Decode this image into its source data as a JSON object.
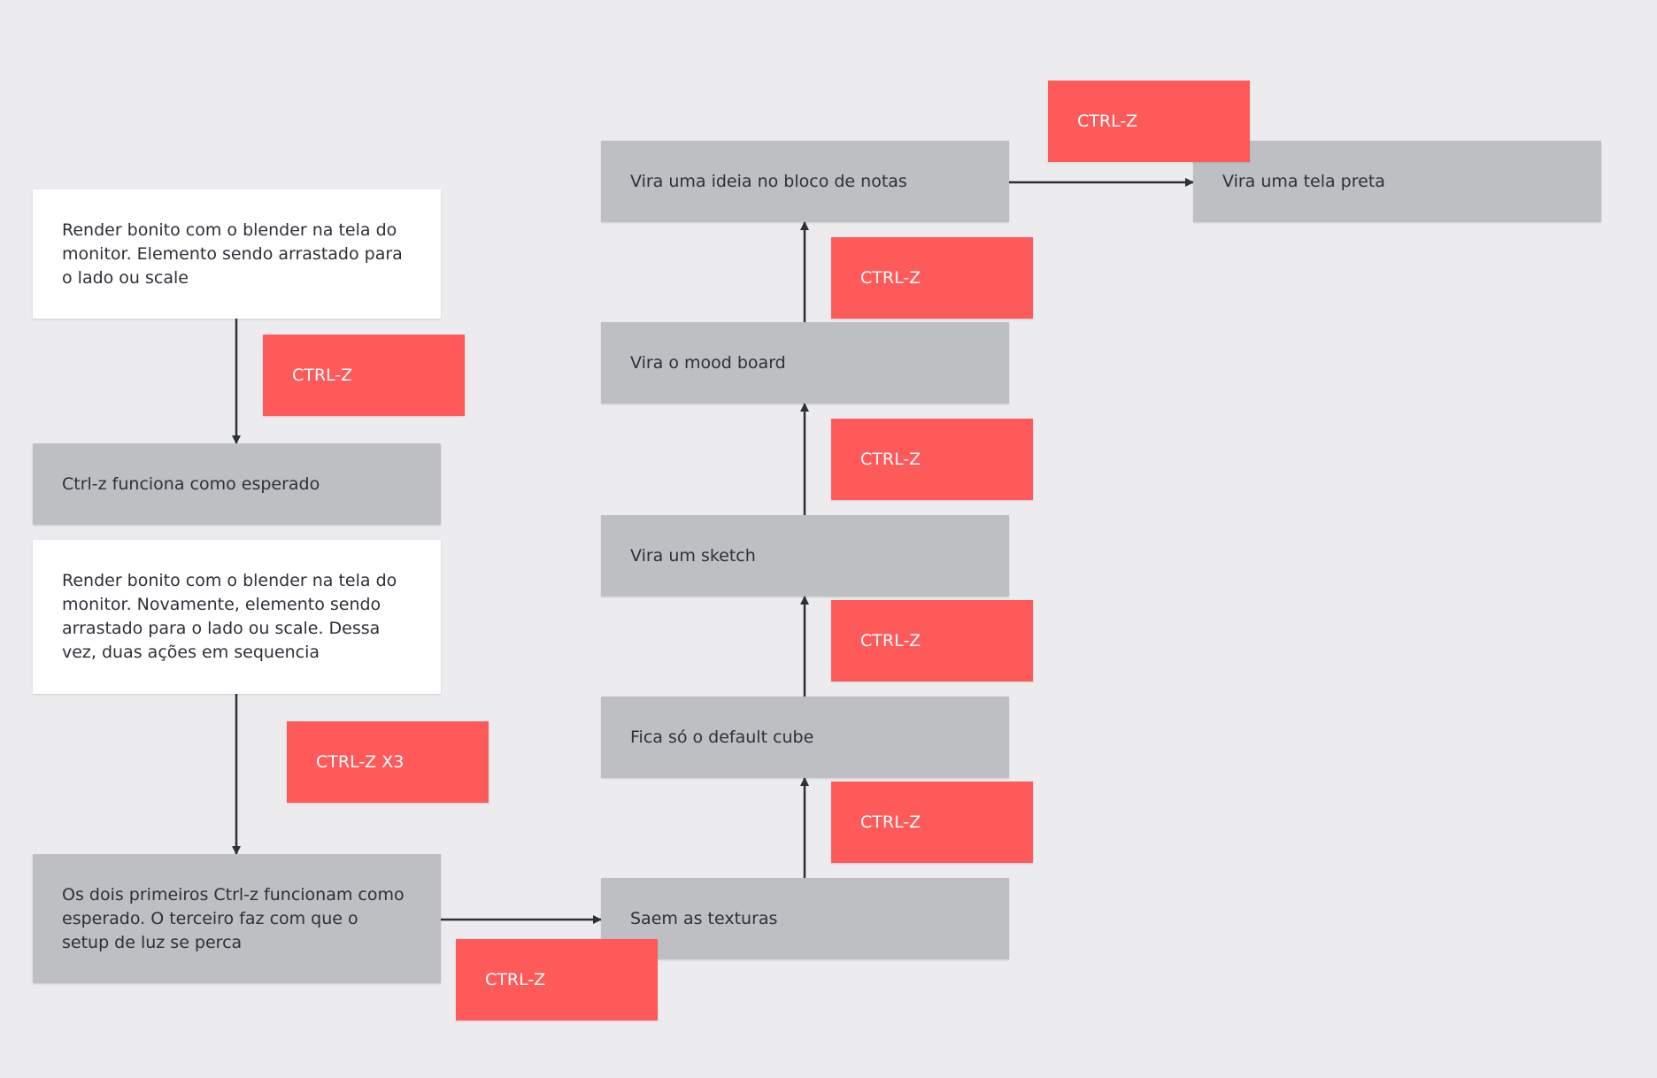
{
  "colors": {
    "background": "#ececee",
    "white_card": "#ffffff",
    "gray_card": "#bebfc3",
    "red_tag": "#ff5a5a",
    "connector": "#2c3038"
  },
  "nodes": {
    "render_1": "Render bonito com o blender na tela do monitor. Elemento sendo arrastado para o lado ou scale",
    "ctrlz_works": "Ctrl-z funciona como esperado",
    "render_2": "Render bonito com o blender na tela do monitor. Novamente, elemento sendo arrastado para o lado ou scale. Dessa vez, duas ações em sequencia",
    "first_two": "Os dois primeiros Ctrl-z funcionam como esperado. O terceiro faz com que o setup de luz se perca",
    "textures": "Saem as texturas",
    "default_cube": "Fica só o default cube",
    "sketch": "Vira um sketch",
    "mood": "Vira o mood board",
    "idea": "Vira uma ideia no bloco de notas",
    "black": "Vira uma tela preta"
  },
  "tags": {
    "t1": "CTRL-Z",
    "t2": "CTRL-Z X3",
    "t3": "CTRL-Z",
    "t4": "CTRL-Z",
    "t5": "CTRL-Z",
    "t6": "CTRL-Z",
    "t7": "CTRL-Z",
    "t8": "CTRL-Z"
  }
}
